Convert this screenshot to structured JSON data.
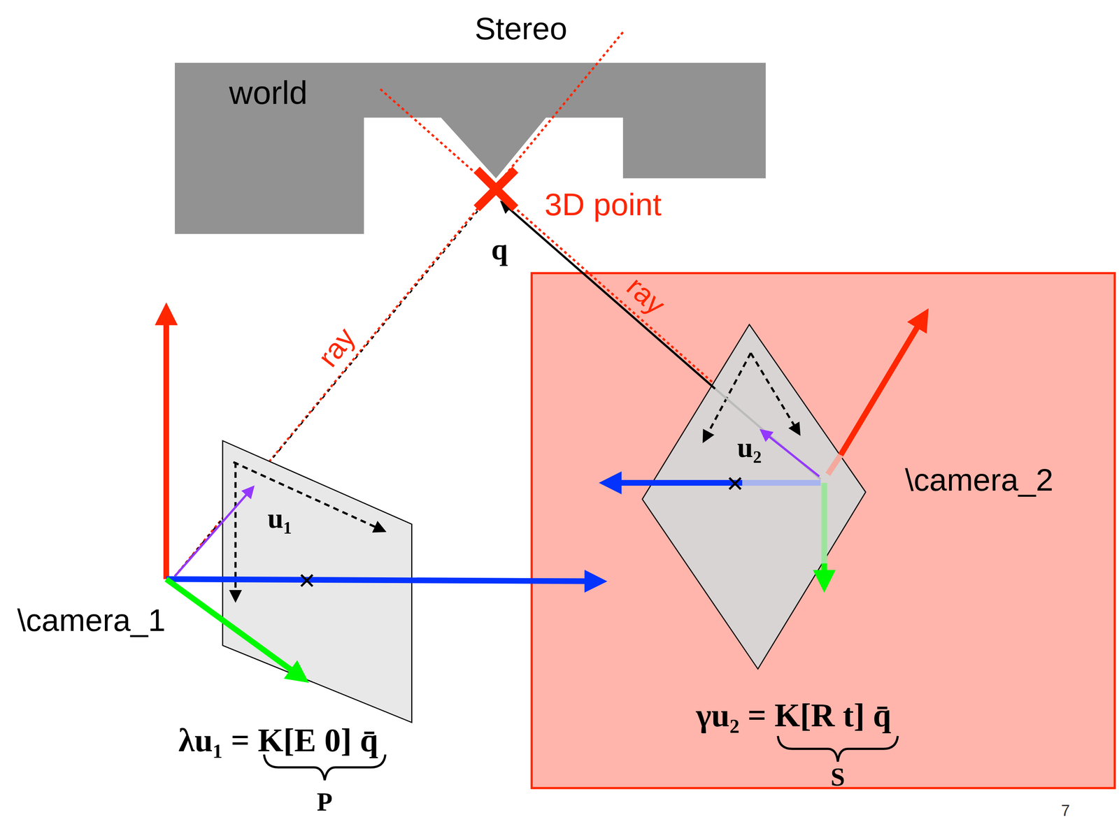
{
  "diagram": {
    "title": "Stereo",
    "nodes": [
      {
        "text": [
          "world"
        ]
      },
      {
        "text": [
          "\\camera_2",
          "γu₂ = K[R t] q̄",
          "S"
        ]
      }
    ],
    "labels": [
      "3D point",
      "q",
      "ray",
      "ray",
      "u₁",
      "u₂",
      "\\camera_1",
      "λu₁ = K[E 0] q̄",
      "P",
      "7"
    ]
  }
}
